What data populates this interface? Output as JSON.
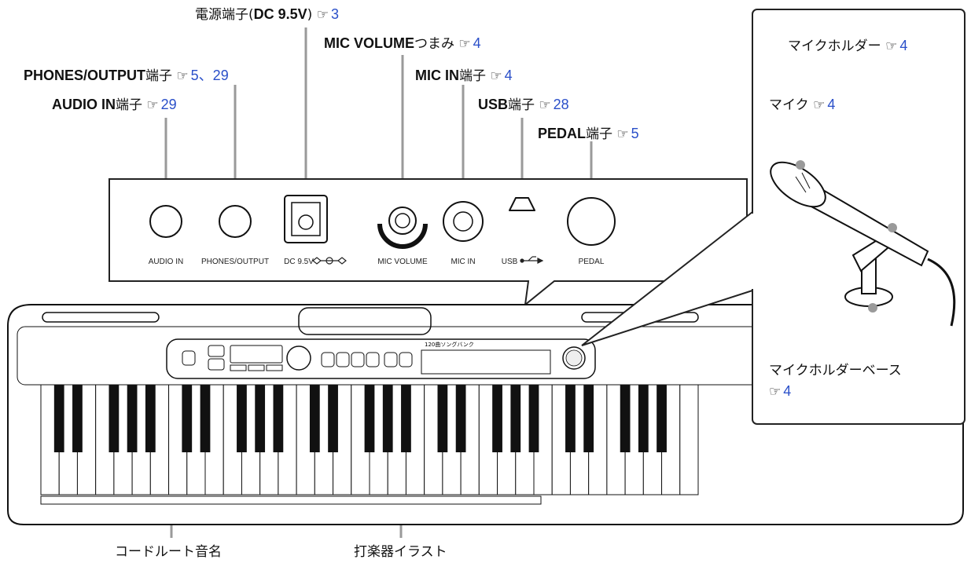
{
  "labels": {
    "dc": {
      "pre": "電源端子(",
      "bold": "DC 9.5V",
      "post": ")",
      "page": "3"
    },
    "mic_volume": {
      "bold": "MIC VOLUME",
      "post": "つまみ",
      "page": "4"
    },
    "phones": {
      "bold": "PHONES/OUTPUT",
      "post": "端子",
      "page": "5、29"
    },
    "mic_in": {
      "bold": "MIC IN",
      "post": "端子",
      "page": "4"
    },
    "audio_in": {
      "bold": "AUDIO IN",
      "post": "端子",
      "page": "29"
    },
    "usb": {
      "bold": "USB",
      "post": "端子",
      "page": "28"
    },
    "pedal": {
      "bold": "PEDAL",
      "post": "端子",
      "page": "5"
    },
    "mic_holder": {
      "text": "マイクホルダー",
      "page": "4"
    },
    "mic": {
      "text": "マイク",
      "page": "4"
    },
    "mic_holder_base": {
      "text": "マイクホルダーベース",
      "page": "4"
    },
    "chord_root": "コードルート音名",
    "percussion": "打楽器イラスト",
    "ref_symbol": "☞"
  },
  "jacks": {
    "audio_in": "AUDIO IN",
    "phones": "PHONES/OUTPUT",
    "dc": "DC 9.5V",
    "mic_volume": "MIC VOLUME",
    "mic_in": "MIC IN",
    "usb": "USB",
    "pedal": "PEDAL"
  },
  "panel": {
    "songbank": "120曲ソングバンク"
  },
  "colors": {
    "page_link": "#2a4fc9",
    "leader": "#999999"
  }
}
